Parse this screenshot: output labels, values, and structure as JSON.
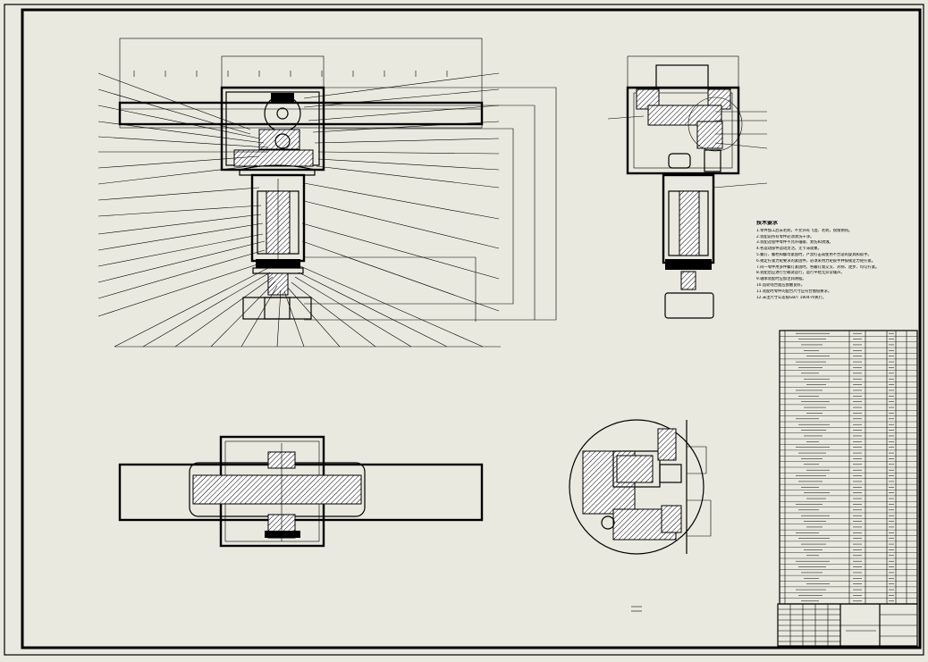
{
  "drawing": {
    "technical_requirements": {
      "title": "技术要求",
      "items": [
        "1.零件加工后去毛刺，不允许有飞边、毛刺，锐角倒钝。",
        "2.装配前所有零件必须清洗干净。",
        "3.装配过程中零件不允许磕碰、划伤和锈蚀。",
        "4.各运动部件运动灵活，无卡滞现象。",
        "5.螺钉、螺栓和螺母紧固时，严禁打击或使用不合适的旋具和扳手。",
        "6.规定拧紧力矩要求的紧固件，必须采用力矩扳手并按规定力矩拧紧。",
        "7.同一零件用多件螺钉紧固时，各螺钉需交叉、对称、逐步、均匀拧紧。",
        "8.装配后应进行空载试运行，运行平稳无异常噪声。",
        "9.轴承装配时应加注润滑脂。",
        "10.齿轮啮合面应接触良好。",
        "11.装配时零件的配合尺寸应符合图纸要求。",
        "12.未注尺寸公差按GB/T 1804-m执行。"
      ]
    },
    "title_block": {
      "drawing_name": "",
      "sheet_label": ""
    }
  }
}
